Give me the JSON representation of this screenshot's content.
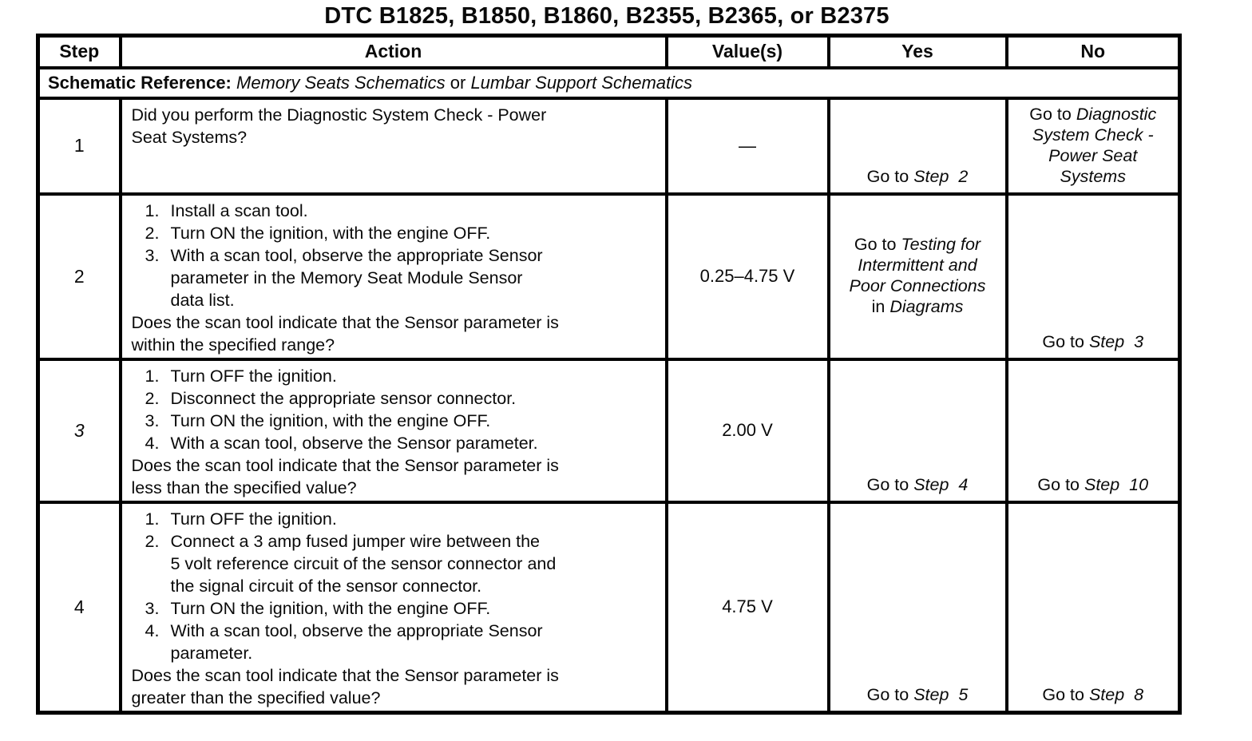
{
  "page": {
    "title": "DTC B1825, B1850, B1860, B2355, B2365, or B2375"
  },
  "table": {
    "headers": {
      "step": "Step",
      "action": "Action",
      "values": "Value(s)",
      "yes": "Yes",
      "no": "No"
    },
    "schematic": {
      "segments": [
        {
          "t": "Schematic Reference: ",
          "b": true
        },
        {
          "t": "Memory Seats Schematics",
          "i": true
        },
        {
          "t": " or "
        },
        {
          "t": "Lumbar Support Schematics",
          "i": true
        }
      ]
    },
    "rows": [
      {
        "step": [
          {
            "t": "1"
          }
        ],
        "action": {
          "items": [],
          "question": [
            "Did you perform the Diagnostic System Check - Power",
            "Seat Systems?"
          ]
        },
        "value": "—",
        "yes": {
          "valign": "bottom",
          "lines": [
            [
              {
                "t": "Go to "
              },
              {
                "t": "Step  2",
                "i": true
              }
            ]
          ]
        },
        "no": {
          "valign": "top",
          "lines": [
            [
              {
                "t": "Go to "
              },
              {
                "t": "Diagnostic",
                "i": true
              }
            ],
            [
              {
                "t": "System Check -",
                "i": true
              }
            ],
            [
              {
                "t": "Power Seat",
                "i": true
              }
            ],
            [
              {
                "t": "Systems",
                "i": true
              }
            ]
          ]
        }
      },
      {
        "step": [
          {
            "t": "2"
          }
        ],
        "action": {
          "items": [
            {
              "n": "1.",
              "lines": [
                "Install a scan tool."
              ]
            },
            {
              "n": "2.",
              "lines": [
                "Turn ON the ignition, with the engine OFF."
              ]
            },
            {
              "n": "3.",
              "lines": [
                "With a scan tool, observe the appropriate Sensor",
                "parameter in the Memory Seat Module Sensor",
                "data list."
              ]
            }
          ],
          "question": [
            "Does the scan tool indicate that the Sensor parameter is",
            "within the specified range?"
          ]
        },
        "value": "0.25–4.75 V",
        "yes": {
          "valign": "middle",
          "lines": [
            [
              {
                "t": "Go to "
              },
              {
                "t": "Testing for",
                "i": true
              }
            ],
            [
              {
                "t": "Intermittent and",
                "i": true
              }
            ],
            [
              {
                "t": "Poor Connections",
                "i": true
              }
            ],
            [
              {
                "t": "in "
              },
              {
                "t": "Diagrams",
                "i": true
              }
            ]
          ]
        },
        "no": {
          "valign": "bottom",
          "lines": [
            [
              {
                "t": "Go to "
              },
              {
                "t": "Step  3",
                "i": true
              }
            ]
          ]
        }
      },
      {
        "step": [
          {
            "t": "3",
            "i": true
          }
        ],
        "action": {
          "items": [
            {
              "n": "1.",
              "lines": [
                "Turn OFF the ignition."
              ]
            },
            {
              "n": "2.",
              "lines": [
                "Disconnect the appropriate sensor connector."
              ]
            },
            {
              "n": "3.",
              "lines": [
                "Turn ON the ignition, with the engine OFF."
              ]
            },
            {
              "n": "4.",
              "lines": [
                "With a scan tool, observe the Sensor parameter."
              ]
            }
          ],
          "question": [
            "Does the scan tool indicate that the Sensor parameter is",
            "less than the specified value?"
          ]
        },
        "value": "2.00 V",
        "yes": {
          "valign": "bottom",
          "lines": [
            [
              {
                "t": "Go to "
              },
              {
                "t": "Step  4",
                "i": true
              }
            ]
          ]
        },
        "no": {
          "valign": "bottom",
          "lines": [
            [
              {
                "t": "Go to "
              },
              {
                "t": "Step  10",
                "i": true
              }
            ]
          ]
        }
      },
      {
        "step": [
          {
            "t": "4"
          }
        ],
        "action": {
          "items": [
            {
              "n": "1.",
              "lines": [
                "Turn OFF the ignition."
              ]
            },
            {
              "n": "2.",
              "lines": [
                "Connect a 3 amp fused jumper wire between the",
                "5 volt reference circuit of the sensor connector and",
                "the signal circuit of the sensor connector."
              ]
            },
            {
              "n": "3.",
              "lines": [
                "Turn ON the ignition, with the engine OFF."
              ]
            },
            {
              "n": "4.",
              "lines": [
                "With a scan tool, observe the appropriate Sensor",
                "parameter."
              ]
            }
          ],
          "question": [
            "Does the scan tool indicate that the Sensor parameter is",
            "greater than the specified value?"
          ]
        },
        "value": "4.75 V",
        "yes": {
          "valign": "bottom",
          "lines": [
            [
              {
                "t": "Go to "
              },
              {
                "t": "Step  5",
                "i": true
              }
            ]
          ]
        },
        "no": {
          "valign": "bottom",
          "lines": [
            [
              {
                "t": "Go to "
              },
              {
                "t": "Step  8",
                "i": true
              }
            ]
          ]
        }
      }
    ]
  }
}
